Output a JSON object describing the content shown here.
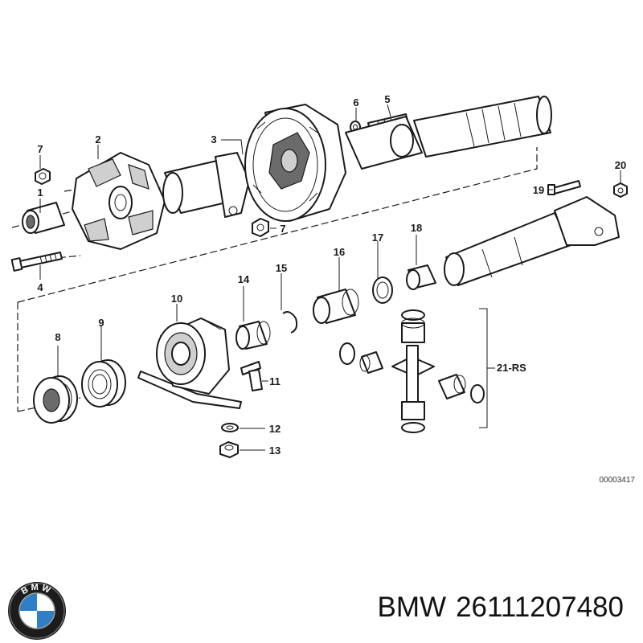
{
  "diagram": {
    "callouts": [
      {
        "id": "1",
        "label": "1"
      },
      {
        "id": "2",
        "label": "2"
      },
      {
        "id": "3",
        "label": "3"
      },
      {
        "id": "4",
        "label": "4"
      },
      {
        "id": "5",
        "label": "5"
      },
      {
        "id": "6",
        "label": "6"
      },
      {
        "id": "7a",
        "label": "7"
      },
      {
        "id": "7b",
        "label": "7"
      },
      {
        "id": "8",
        "label": "8"
      },
      {
        "id": "9",
        "label": "9"
      },
      {
        "id": "10",
        "label": "10"
      },
      {
        "id": "11",
        "label": "11"
      },
      {
        "id": "12",
        "label": "12"
      },
      {
        "id": "13",
        "label": "13"
      },
      {
        "id": "14",
        "label": "14"
      },
      {
        "id": "15",
        "label": "15"
      },
      {
        "id": "16",
        "label": "16"
      },
      {
        "id": "17",
        "label": "17"
      },
      {
        "id": "18",
        "label": "18"
      },
      {
        "id": "19",
        "label": "19"
      },
      {
        "id": "20",
        "label": "20"
      },
      {
        "id": "21",
        "label": "21-RS"
      }
    ],
    "drawing_number": "00003417"
  },
  "caption": {
    "brand": "BMW",
    "part_number": "26111207480"
  },
  "logo": {
    "letters": "BMW",
    "colors": {
      "blue": "#2f7fc8",
      "white": "#ffffff",
      "ring": "#1c1c1c",
      "letters": "#ffffff"
    }
  }
}
